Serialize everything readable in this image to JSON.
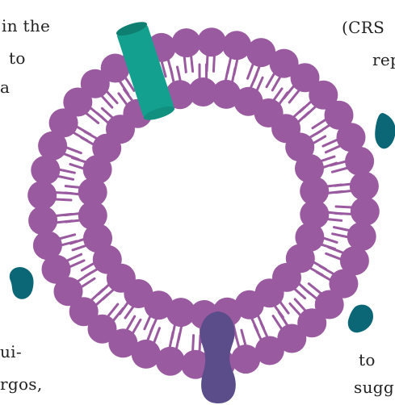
{
  "colors": {
    "lipid": "#9a5aa0",
    "tail": "#9a5aa0",
    "channel_teal": "#14a08e",
    "channel_teal_dark": "#0f7f71",
    "receptor_dark": "#0b6675",
    "purple_protein": "#5b4d8a",
    "text": "#222222"
  },
  "text_fragments": {
    "in_the": "in the",
    "to_left": "to",
    "a": "a",
    "crs": "(CRS",
    "rep": "rep",
    "to_right": "to",
    "sugg": "sugg",
    "hyphen": "ui-",
    "rgos": "rgos,"
  },
  "icons": {
    "channel": "cylinder-channel-icon",
    "receptor": "receptor-protein-icon",
    "dumbbell": "dumbbell-protein-icon"
  }
}
